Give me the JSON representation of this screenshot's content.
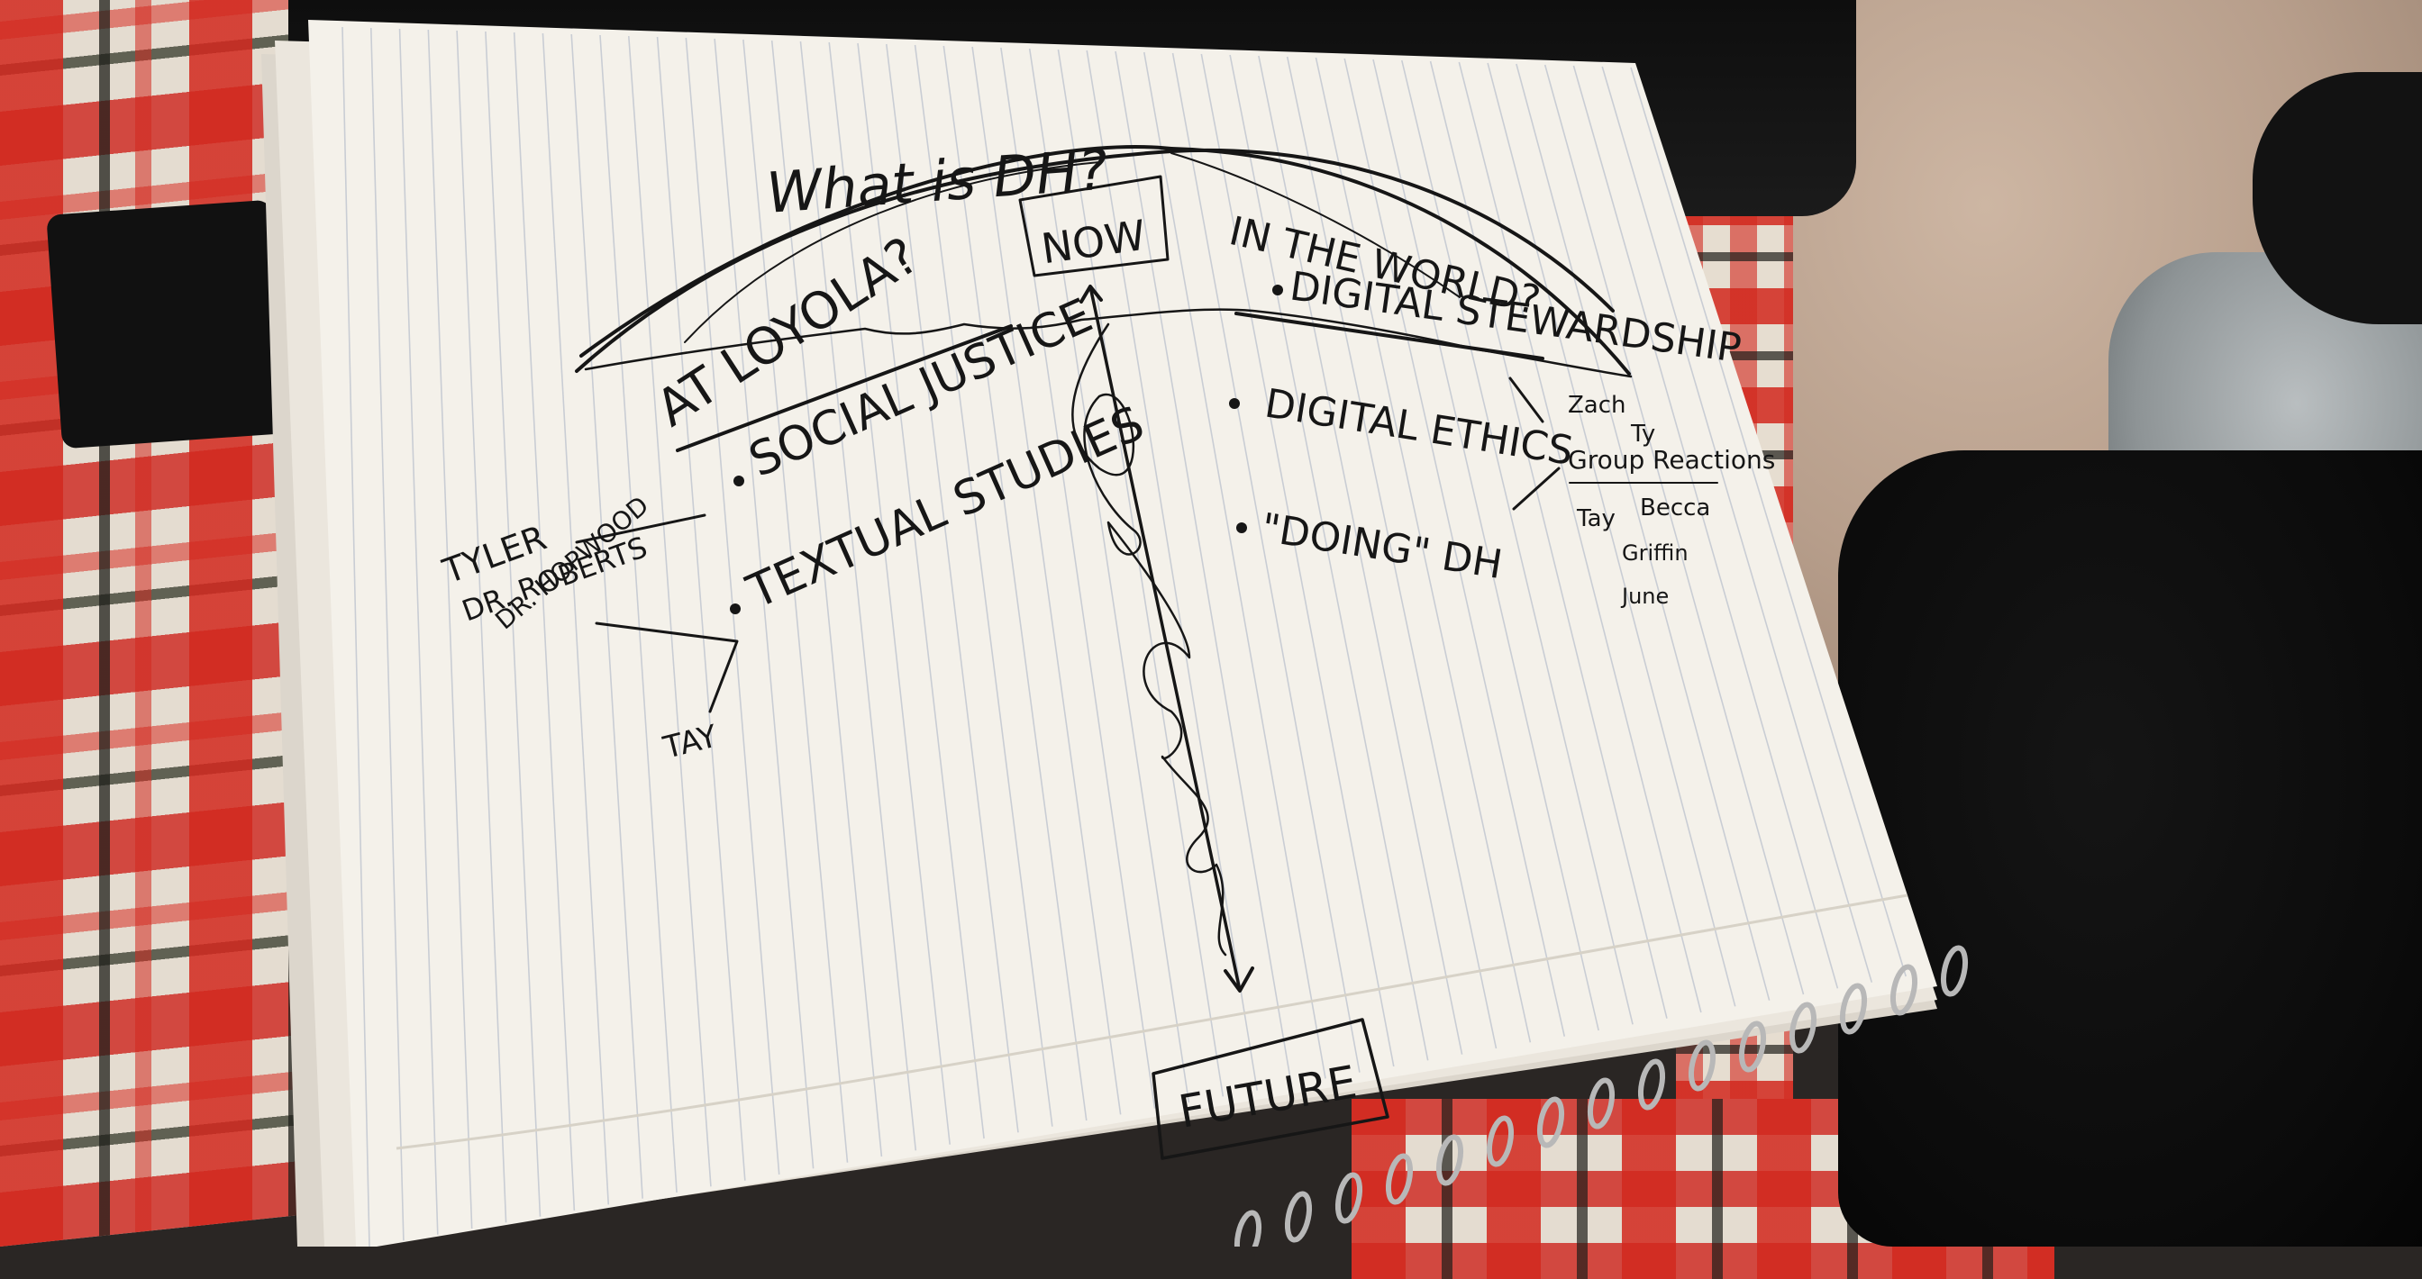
{
  "notes": {
    "title": "What is DH?",
    "center_label": "NOW",
    "left_heading": "AT LOYOLA?",
    "right_heading": "IN THE WORLD?",
    "left_items": [
      "SOCIAL JUSTICE",
      "TEXTUAL STUDIES"
    ],
    "right_items": [
      "DIGITAL STEWARDSHIP",
      "DIGITAL ETHICS",
      "\"DOING\" DH"
    ],
    "names_left": [
      "TYLER",
      "DR. ROBERTS",
      "DR. HOPWOOD"
    ],
    "name_bottom": "TAY",
    "group_label": "Group Reactions",
    "names_right": [
      "Zach",
      "Ty",
      "Tay",
      "Becca",
      "Griffin",
      "June"
    ],
    "bottom_label": "FUTURE"
  },
  "colors": {
    "paper": "#f4f1ea",
    "ink": "#161616",
    "rule_line": "#c9cdd4"
  }
}
